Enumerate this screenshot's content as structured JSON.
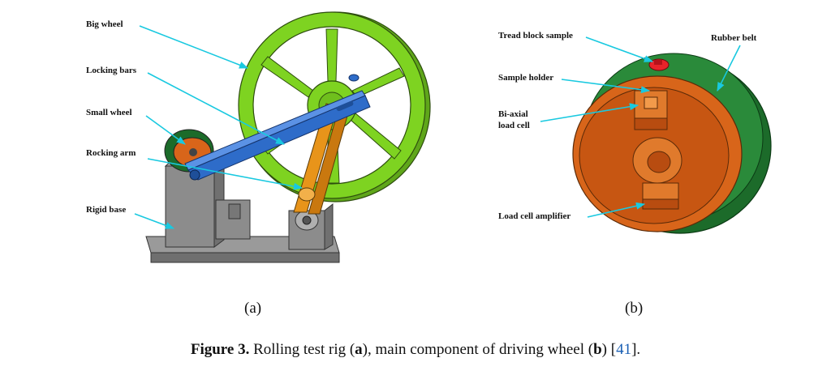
{
  "panel_a": {
    "labels": {
      "big_wheel": "Big wheel",
      "locking_bars": "Locking bars",
      "small_wheel": "Small wheel",
      "rocking_arm": "Rocking arm",
      "rigid_base": "Rigid base"
    },
    "tag": "(a)"
  },
  "panel_b": {
    "labels": {
      "tread_block_sample": "Tread block sample",
      "rubber_belt": "Rubber belt",
      "sample_holder": "Sample holder",
      "biaxial_line1": "Bi-axial",
      "biaxial_line2": "load cell",
      "load_cell_amplifier": "Load cell amplifier"
    },
    "tag": "(b)"
  },
  "caption": {
    "figure_label": "Figure 3.",
    "text_1": " Rolling test rig (",
    "a": "a",
    "text_2": "), main component of driving wheel (",
    "b": "b",
    "text_3": ") [",
    "ref": "41",
    "text_4": "]."
  },
  "colors": {
    "callout": "#19c9e0",
    "big_wheel": "#7ed321",
    "locking_bars": "#2e6cc9",
    "rocking_arm": "#e8941a",
    "base": "#8a8a8a",
    "belt": "#1c6b2a",
    "wheel_inner": "#d8651a"
  }
}
